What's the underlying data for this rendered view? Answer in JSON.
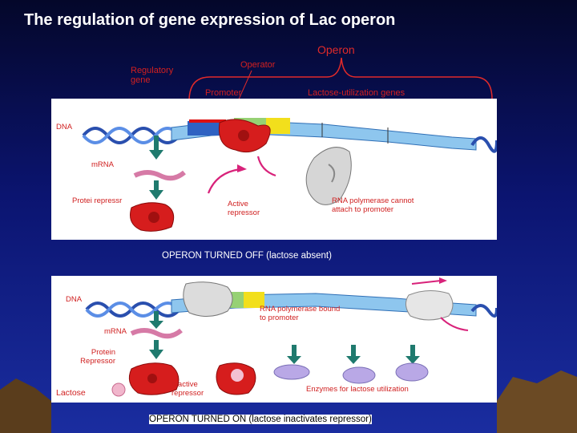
{
  "slide": {
    "title": "The regulation of gene expression of Lac operon",
    "header_labels": {
      "operon": "Operon",
      "operator": "Operator",
      "regulatory_gene": "Regulatory gene",
      "promoter": "Promoter",
      "lactose_genes": "Lactose-utilization genes"
    },
    "panel_off": {
      "dna": "DNA",
      "mrna": "mRNA",
      "repressor_protein": "Protei repressr",
      "active_repressor": "Active repressor",
      "rna_polymerase_note": "RNA polymerase cannot attach to promoter",
      "caption": "OPERON TURNED OFF (lactose absent)"
    },
    "panel_on": {
      "dna": "DNA",
      "rna_polymerase_bound": "RNA polymerase bound to promoter",
      "mrna": "mRNA",
      "protein_repressor": "Protein Repressor",
      "lactose": "Lactose",
      "inactive_repressor": "Inactive repressor",
      "enzymes": "Enzymes for lactose utilization",
      "caption": "OPERON TURNED ON (lactose inactivates repressor)"
    },
    "colors": {
      "label_red": "#d32020",
      "dna_blue": "#2f7fd0",
      "promoter_green": "#8fcf6a",
      "operator_yellow": "#f4e21a",
      "repressor_red": "#d61d1d",
      "enzyme_lavender": "#b9a8e6",
      "arrow_teal": "#1f7a6e",
      "arrow_magenta": "#d8227a"
    }
  }
}
